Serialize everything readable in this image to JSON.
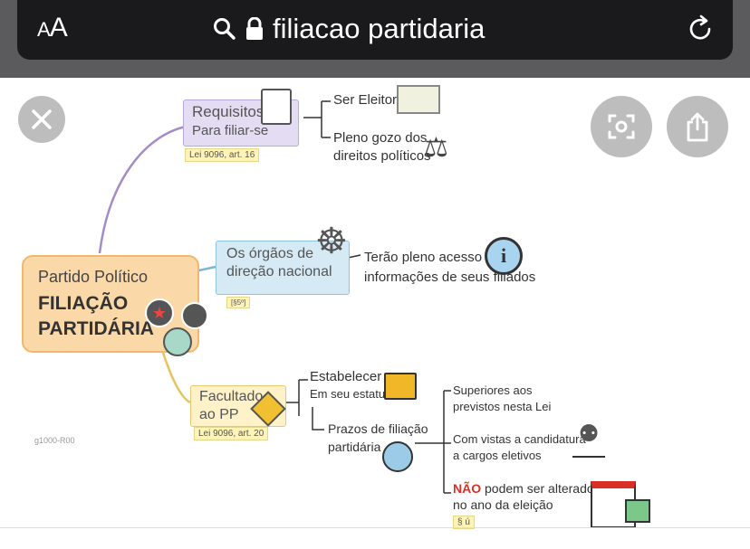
{
  "browser": {
    "aa_small": "A",
    "aa_large": "A",
    "url_text": "filiacao partidaria",
    "icons": [
      "search-icon",
      "lock-icon",
      "reload-icon"
    ]
  },
  "overlay_buttons": [
    "close-icon",
    "lens-icon",
    "share-icon"
  ],
  "mindmap": {
    "center": {
      "line1": "Partido Político",
      "line2": "FILIAÇÃO",
      "line3": "PARTIDÁRIA"
    },
    "requisitos": {
      "line1": "Requisitos",
      "line2": "Para filiar-se",
      "law": "Lei 9096, art. 16"
    },
    "ser_eleitor": "Ser Eleitor",
    "pleno_gozo": {
      "line1": "Pleno gozo dos",
      "line2": "direitos políticos"
    },
    "orgaos": {
      "line1": "Os órgãos de",
      "line2": "direção nacional",
      "law": "[§5º]"
    },
    "terao": {
      "line1": "Terão pleno acesso às",
      "line2": "informações de seus filiados"
    },
    "facultado": {
      "line1": "Facultado",
      "line2": "ao PP",
      "law": "Lei 9096, art. 20"
    },
    "estabelecer": {
      "line1": "Estabelecer",
      "line2": "Em seu estatuto"
    },
    "prazos": {
      "line1": "Prazos de filiação",
      "line2": "partidária"
    },
    "superiores": {
      "line1": "Superiores aos",
      "line2": "previstos nesta Lei"
    },
    "com_vistas": {
      "line1": "Com vistas a candidatura",
      "line2": "a cargos eletivos"
    },
    "nao": {
      "bold": "NÃO",
      "rest": " podem ser alterados",
      "line2": "no ano da eleição",
      "law": "§ ú"
    },
    "watermark": "g1000-R00"
  }
}
